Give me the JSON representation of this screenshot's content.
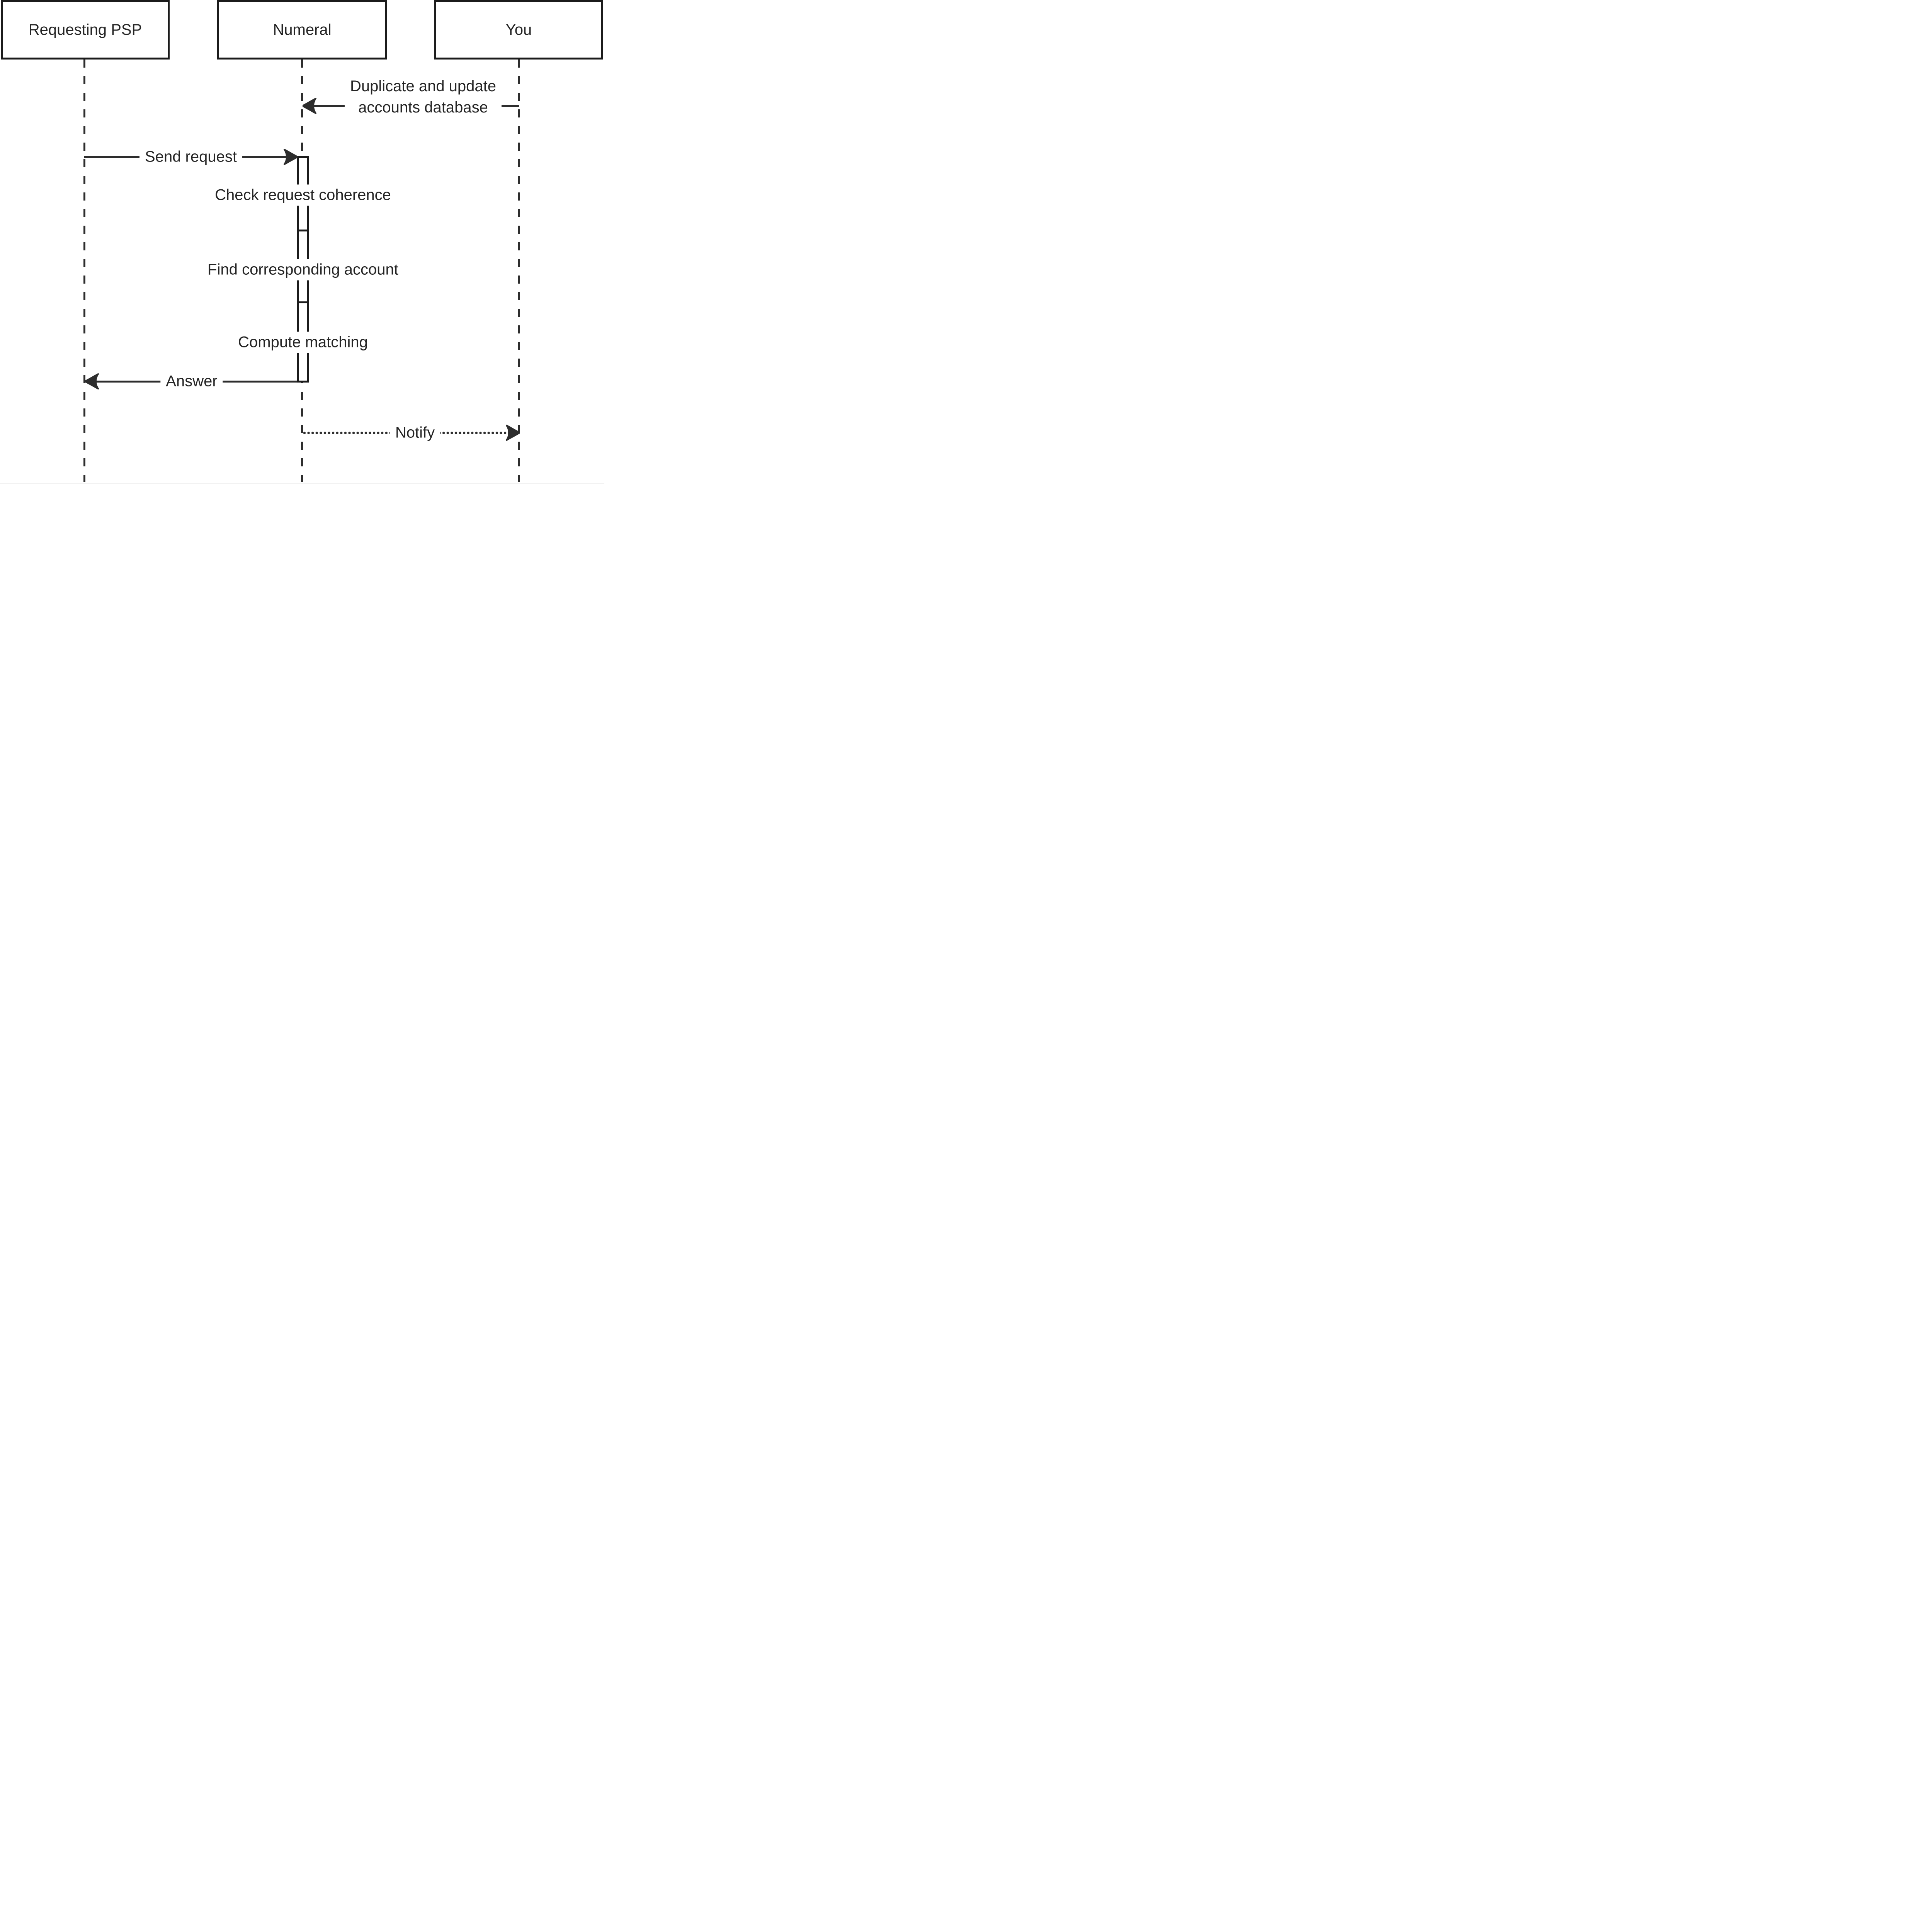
{
  "diagram_type": "sequence-diagram",
  "colors": {
    "background": "#ffffff",
    "line": "#2d2d2d",
    "box_border": "#1b1b1b",
    "text": "#242424"
  },
  "icons": {
    "arrowhead_left": "arrowhead-left",
    "arrowhead_right": "arrowhead-right"
  },
  "actors": [
    {
      "id": "requesting-psp",
      "label": "Requesting PSP"
    },
    {
      "id": "numeral",
      "label": "Numeral"
    },
    {
      "id": "you",
      "label": "You"
    }
  ],
  "messages": {
    "duplicate": {
      "line1": "Duplicate and update",
      "line2": "accounts database",
      "from": "You",
      "to": "Numeral",
      "style": "solid",
      "direction": "left"
    },
    "send_request": {
      "label": "Send request",
      "from": "Requesting PSP",
      "to": "Numeral",
      "style": "solid",
      "direction": "right"
    },
    "answer": {
      "label": "Answer",
      "from": "Numeral",
      "to": "Requesting PSP",
      "style": "solid",
      "direction": "left"
    },
    "notify": {
      "label": "Notify",
      "from": "Numeral",
      "to": "You",
      "style": "dotted",
      "direction": "right"
    }
  },
  "activities": {
    "check": {
      "label": "Check request coherence"
    },
    "find": {
      "label": "Find corresponding account"
    },
    "compute": {
      "label": "Compute matching"
    }
  }
}
